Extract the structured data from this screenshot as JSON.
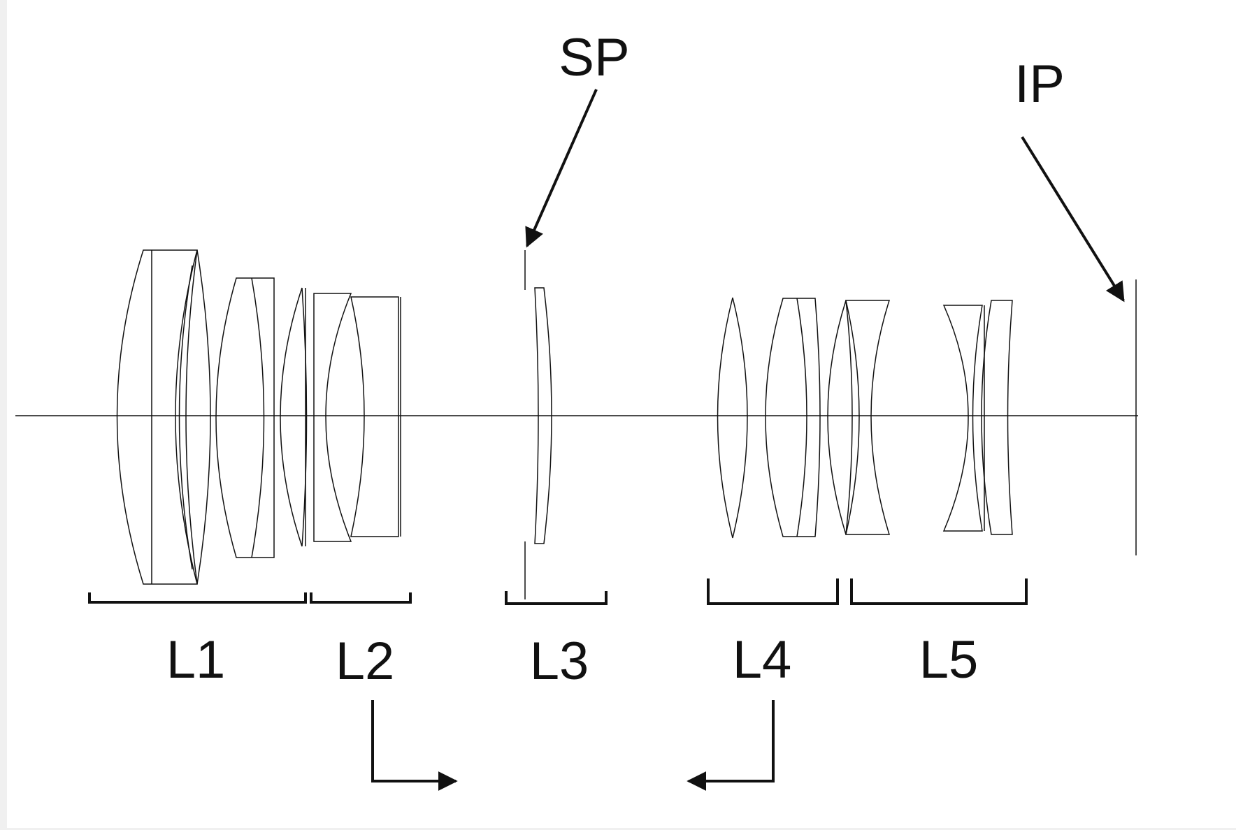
{
  "diagram": {
    "labels": {
      "sp": "SP",
      "ip": "IP",
      "l1": "L1",
      "l2": "L2",
      "l3": "L3",
      "l4": "L4",
      "l5": "L5"
    },
    "colors": {
      "background": "#ffffff",
      "frame": "#f0f0f0",
      "ink": "#111111"
    }
  }
}
